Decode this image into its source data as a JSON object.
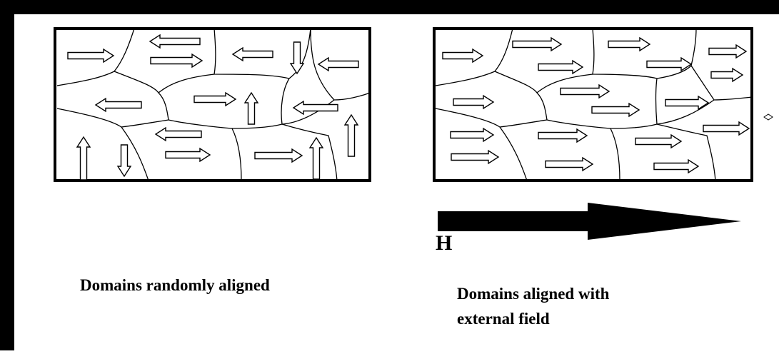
{
  "field_label": "H",
  "captions": {
    "left": "Domains randomly aligned",
    "right_line1": "Domains aligned with",
    "right_line2": "external field"
  },
  "colors": {
    "ink": "#000000",
    "background": "#ffffff"
  }
}
